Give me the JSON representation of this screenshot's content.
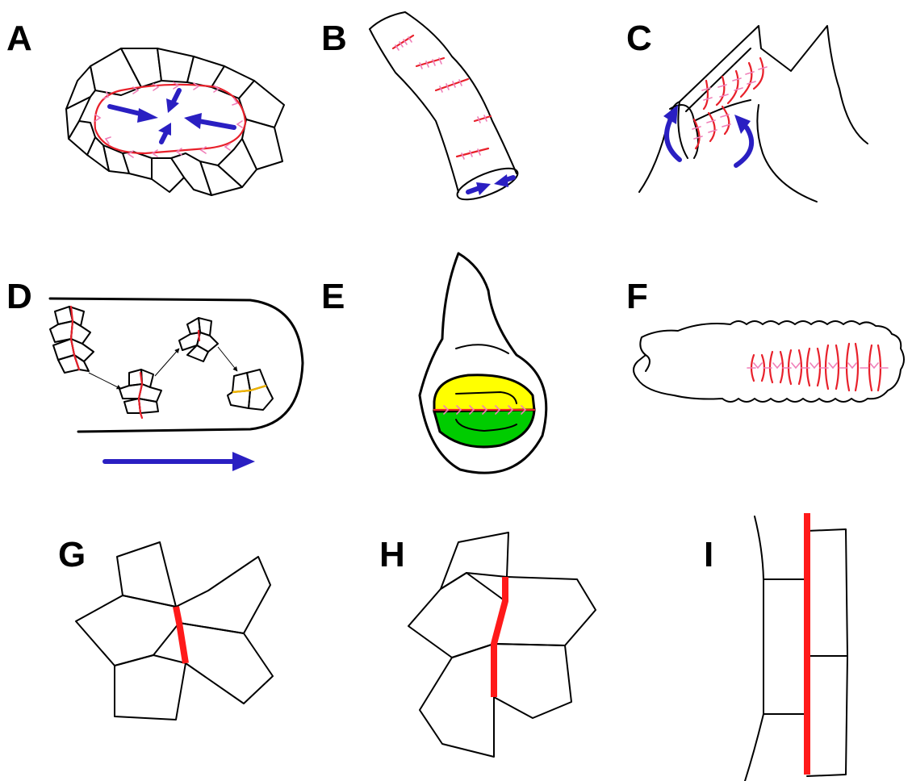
{
  "panels": [
    {
      "id": "A",
      "label": "A"
    },
    {
      "id": "B",
      "label": "B"
    },
    {
      "id": "C",
      "label": "C"
    },
    {
      "id": "D",
      "label": "D"
    },
    {
      "id": "E",
      "label": "E"
    },
    {
      "id": "F",
      "label": "F"
    },
    {
      "id": "G",
      "label": "G"
    },
    {
      "id": "H",
      "label": "H"
    },
    {
      "id": "I",
      "label": "I"
    }
  ],
  "colors": {
    "outline": "#000000",
    "actomyosin_cable": "#e8202a",
    "cable_marks": "#f07fb8",
    "arrows": "#2a1fc2",
    "compartment_dorsal": "#ffff00",
    "compartment_ventral": "#00cc00",
    "boundary_rotated": "#f0b400",
    "junction_bar": "#ff1a1a"
  }
}
